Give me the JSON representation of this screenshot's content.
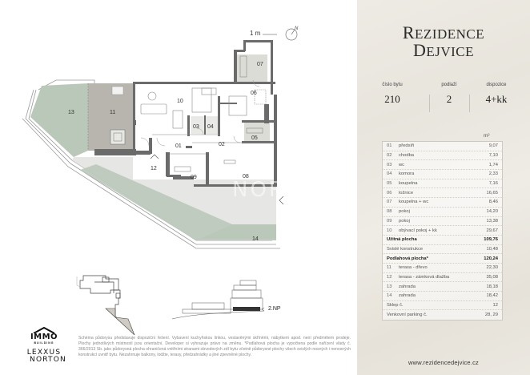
{
  "brand": {
    "line1_cap": "R",
    "line1_rest": "EZIDENCE",
    "line2_cap": "D",
    "line2_rest": "EJVICE"
  },
  "unit": {
    "number_label": "číslo bytu",
    "number_value": "210",
    "floor_label": "podlaží",
    "floor_value": "2",
    "layout_label": "dispozice",
    "layout_value": "4+kk"
  },
  "table": {
    "unit_header": "m²",
    "rows": [
      {
        "num": "01",
        "name": "předsíň",
        "value": "9,07",
        "type": "room"
      },
      {
        "num": "02",
        "name": "chodba",
        "value": "7,10",
        "type": "room"
      },
      {
        "num": "03",
        "name": "wc",
        "value": "1,74",
        "type": "room"
      },
      {
        "num": "04",
        "name": "komora",
        "value": "2,33",
        "type": "room"
      },
      {
        "num": "05",
        "name": "koupelna",
        "value": "7,16",
        "type": "room"
      },
      {
        "num": "06",
        "name": "ložnice",
        "value": "16,65",
        "type": "room"
      },
      {
        "num": "07",
        "name": "koupelna + wc",
        "value": "8,46",
        "type": "room"
      },
      {
        "num": "08",
        "name": "pokoj",
        "value": "14,20",
        "type": "room"
      },
      {
        "num": "09",
        "name": "pokoj",
        "value": "13,38",
        "type": "room"
      },
      {
        "num": "10",
        "name": "obývací pokoj + kk",
        "value": "29,67",
        "type": "room"
      },
      {
        "num": "",
        "name": "Užitná plocha",
        "value": "109,76",
        "type": "bold"
      },
      {
        "num": "",
        "name": "Svislé konstrukce",
        "value": "10,48",
        "type": "plain"
      },
      {
        "num": "",
        "name": "Podlahová plocha*",
        "value": "120,24",
        "type": "bold"
      },
      {
        "num": "11",
        "name": "terasa - dřevo",
        "value": "22,30",
        "type": "room"
      },
      {
        "num": "12",
        "name": "terasa - zámková dlažba",
        "value": "35,08",
        "type": "room"
      },
      {
        "num": "13",
        "name": "zahrada",
        "value": "18,18",
        "type": "room"
      },
      {
        "num": "14",
        "name": "zahrada",
        "value": "18,42",
        "type": "room"
      },
      {
        "num": "",
        "name": "Sklep č.",
        "value": "12",
        "type": "plain"
      },
      {
        "num": "",
        "name": "Venkovní parking č.",
        "value": "28, 29",
        "type": "plain"
      }
    ]
  },
  "website": "www.rezidencedejvice.cz",
  "plan": {
    "scale_label": "1 m",
    "north_label": "N",
    "floor_indicator": "2.NP",
    "watermark": "NOR",
    "room_labels": [
      "01",
      "02",
      "03",
      "04",
      "05",
      "06",
      "07",
      "08",
      "09",
      "10",
      "11",
      "12",
      "13",
      "14"
    ]
  },
  "logos": {
    "immo": "IMMO",
    "immo_sub": "BUILDING",
    "lexxus_line1": "LEXXUS",
    "lexxus_line2": "NORTON"
  },
  "disclaimer": "Schéma půdorysu představuje dispoziční řešení. Vybavení kuchyňskou linkou, vestavěnými skříněmi, nábytkem apod. není předmětem prodeje. Plochy jednotlivých místností jsou orientační. Developer si vyhrazuje právo na změnu. *Podlahová plocha je vypočtena podle nařízení vlády č. 366/2013 Sb. jako půdorysná plocha ohraničená vnitřními stranami obvodových zdí bytu včetně půdorysné plochy všech svislých nosných i nenosných konstrukcí uvnitř bytu. Nezahrnuje balkony, lodžie, terasy, předzahrádky a jiné zpevněné plochy.",
  "colors": {
    "panel_bg": "#ebe8e1",
    "garden": "#b9c8b9",
    "terrace_wood": "#b8b5ae",
    "terrace_paving": "#e6e6e4",
    "wall": "#6b6b6b",
    "wet_room": "#dcdcd6"
  }
}
